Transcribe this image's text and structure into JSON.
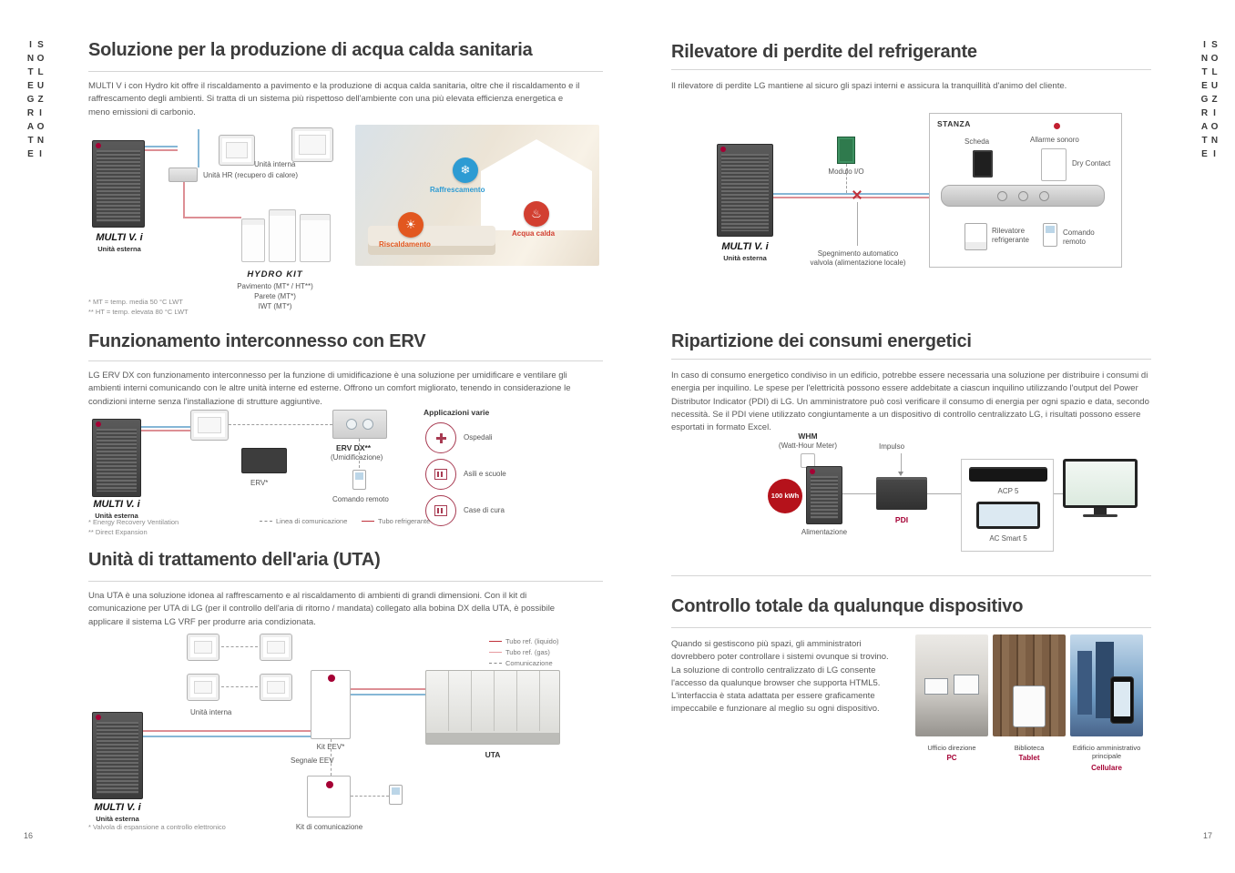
{
  "colors": {
    "accent_red": "#a50034",
    "badge_blue": "#2d9bd3",
    "badge_red": "#d23f31",
    "badge_orange": "#e2571f",
    "app_circle_red": "#a83b52",
    "heading_gray": "#3c3c3c"
  },
  "icons": {
    "snowflake": "❄",
    "water_heat": "♨",
    "sun": "☀"
  },
  "left_page": {
    "sidebar_text": "SOLUZIONI INTEGRATE",
    "page_number": "16",
    "dhw": {
      "title": "Soluzione per la produzione di acqua calda sanitaria",
      "body": "MULTI V i con Hydro kit offre il riscaldamento a pavimento e la produzione di acqua calda sanitaria, oltre che il riscaldamento e il raffrescamento degli ambienti. Si tratta di un sistema più rispettoso dell'ambiente con una più elevata efficienza energetica e meno emissioni di carbonio.",
      "outdoor_brand": "MULTI V. i",
      "outdoor_label": "Unità esterna",
      "indoor_label": "Unità interna",
      "hr_label": "Unità HR (recupero di calore)",
      "hydro_kit": "HYDRO KIT",
      "hydro_line1": "Pavimento (MT* / HT**)",
      "hydro_line2": "Parete (MT*)",
      "hydro_line3": "IWT (MT*)",
      "badge_cooling": "Raffrescamento",
      "badge_dhw": "Acqua calda",
      "badge_heating": "Riscaldamento",
      "footnote1": "* MT = temp. media 50 °C LWT",
      "footnote2": "** HT = temp. elevata 80 °C LWT"
    },
    "erv": {
      "title": "Funzionamento interconnesso con ERV",
      "body": "LG ERV DX con funzionamento interconnesso per la funzione di umidificazione è una soluzione per umidificare e ventilare gli ambienti interni comunicando con le altre unità interne ed esterne. Offrono un comfort migliorato, tenendo in considerazione le condizioni interne senza l'installazione di strutture aggiuntive.",
      "outdoor_brand": "MULTI V. i",
      "outdoor_label": "Unità esterna",
      "erv_label": "ERV*",
      "ervdx_label": "ERV DX**",
      "ervdx_sub": "(Umidificazione)",
      "remote_label": "Comando remoto",
      "apps_title": "Applicazioni varie",
      "app1": "Ospedali",
      "app2": "Asili e scuole",
      "app3": "Case di cura",
      "legend_comm": "Linea di comunicazione",
      "legend_pipe": "Tubo refrigerante",
      "footnote1": "* Energy Recovery Ventilation",
      "footnote2": "** Direct Expansion"
    },
    "uta": {
      "title": "Unità di trattamento dell'aria (UTA)",
      "body": "Una UTA è una soluzione idonea al raffrescamento e al riscaldamento di ambienti di grandi dimensioni. Con il kit di comunicazione per UTA di LG (per il controllo dell'aria di ritorno / mandata) collegato alla bobina DX della UTA, è possibile applicare il sistema LG VRF per produrre aria condizionata.",
      "indoor_label": "Unità interna",
      "outdoor_brand": "MULTI V. i",
      "outdoor_label": "Unità esterna",
      "kit_eev": "Kit EEV*",
      "segnale_eev": "Segnale EEV",
      "kit_com": "Kit di comunicazione",
      "uta_label": "UTA",
      "legend_liquid": "Tubo ref. (liquido)",
      "legend_gas": "Tubo ref. (gas)",
      "legend_comm": "Comunicazione",
      "footnote1": "* Valvola di espansione a controllo elettronico"
    }
  },
  "right_page": {
    "sidebar_text": "SOLUZIONI INTEGRATE",
    "page_number": "17",
    "leak": {
      "title": "Rilevatore di perdite del refrigerante",
      "body": "Il rilevatore di perdite LG mantiene al sicuro gli spazi interni e assicura la tranquillità d'animo del cliente.",
      "room_label": "STANZA",
      "scheda_label": "Scheda",
      "alarm_label": "Allarme sonoro",
      "dry_contact": "Dry Contact",
      "module_label": "Modulo I/O",
      "outdoor_brand": "MULTI V. i",
      "outdoor_label": "Unità esterna",
      "valve_label": "Spegnimento automatico valvola (alimentazione locale)",
      "detector_label": "Rilevatore refrigerante",
      "remote_label": "Comando remoto"
    },
    "energy": {
      "title": "Ripartizione dei consumi energetici",
      "body": "In caso di consumo energetico condiviso in un edificio, potrebbe essere necessaria una soluzione per distribuire i consumi di energia per inquilino. Le spese per l'elettricità possono essere addebitate a ciascun inquilino utilizzando l'output del Power Distributor Indicator (PDI) di LG. Un amministratore può così verificare il consumo di energia per ogni spazio e data, secondo necessità. Se il PDI viene utilizzato congiuntamente a un dispositivo di controllo centralizzato LG, i risultati possono essere esportati in formato Excel.",
      "whm_label": "WHM",
      "whm_sub": "(Watt-Hour Meter)",
      "impulso_label": "Impulso",
      "kwh_label": "100 kWh",
      "power_label": "Alimentazione",
      "pdi_label": "PDI",
      "acp_label": "ACP 5",
      "acsmart_label": "AC Smart 5"
    },
    "control": {
      "title": "Controllo totale da qualunque dispositivo",
      "body": "Quando si gestiscono più spazi, gli amministratori dovrebbero poter controllare i sistemi ovunque si trovino. La soluzione di controllo centralizzato di LG consente l'accesso da qualunque browser che supporta HTML5. L'interfaccia è stata adattata per essere graficamente impeccabile e funzionare al meglio su ogni dispositivo.",
      "cap1_line1": "Ufficio direzione",
      "cap1_line2": "PC",
      "cap2_line1": "Biblioteca",
      "cap2_line2": "Tablet",
      "cap3_line1": "Edificio amministrativo principale",
      "cap3_line2": "Cellulare"
    }
  }
}
